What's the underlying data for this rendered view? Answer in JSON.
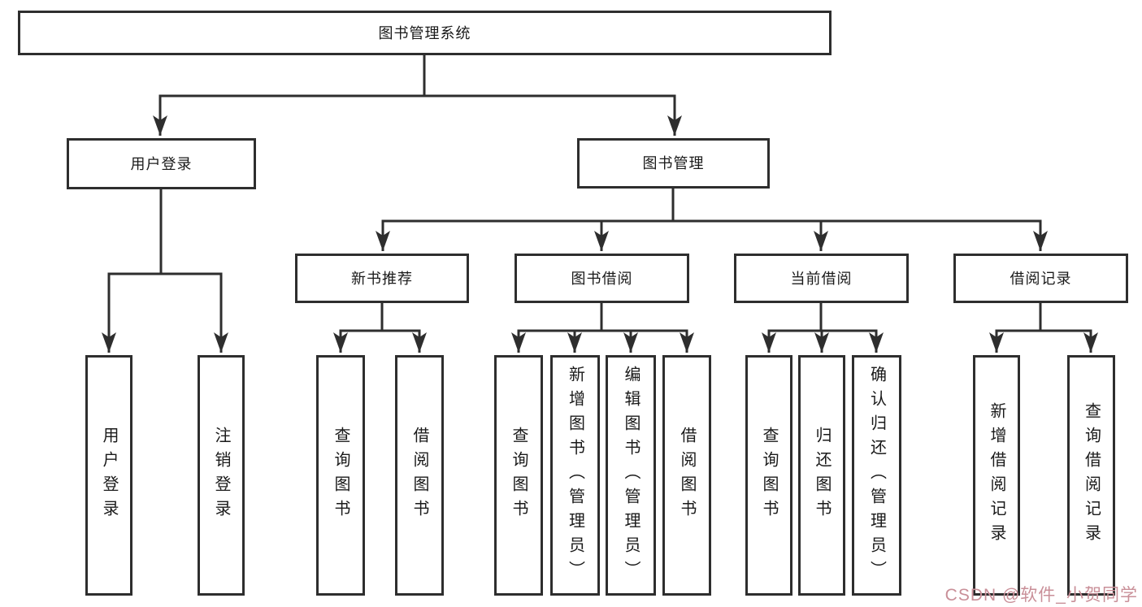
{
  "diagram": {
    "root": {
      "label": "图书管理系统"
    },
    "level2": [
      {
        "label": "用户登录"
      },
      {
        "label": "图书管理"
      }
    ],
    "level3": [
      {
        "label": "新书推荐"
      },
      {
        "label": "图书借阅"
      },
      {
        "label": "当前借阅"
      },
      {
        "label": "借阅记录"
      }
    ],
    "leaves": {
      "user_login": [
        "用户登录",
        "注销登录"
      ],
      "new_book": [
        "查询图书",
        "借阅图书"
      ],
      "book_borrow": [
        "查询图书",
        "新增图书（管理员）",
        "编辑图书（管理员）",
        "借阅图书"
      ],
      "current_borrow": [
        "查询图书",
        "归还图书",
        "确认归还（管理员）"
      ],
      "borrow_records": [
        "新增借阅记录",
        "查询借阅记录"
      ]
    }
  },
  "watermark": {
    "text": "CSDN @软件_小贺同学"
  },
  "colors": {
    "line": "#2e2e2e",
    "background": "#ffffff",
    "watermark": "#c98f98"
  }
}
